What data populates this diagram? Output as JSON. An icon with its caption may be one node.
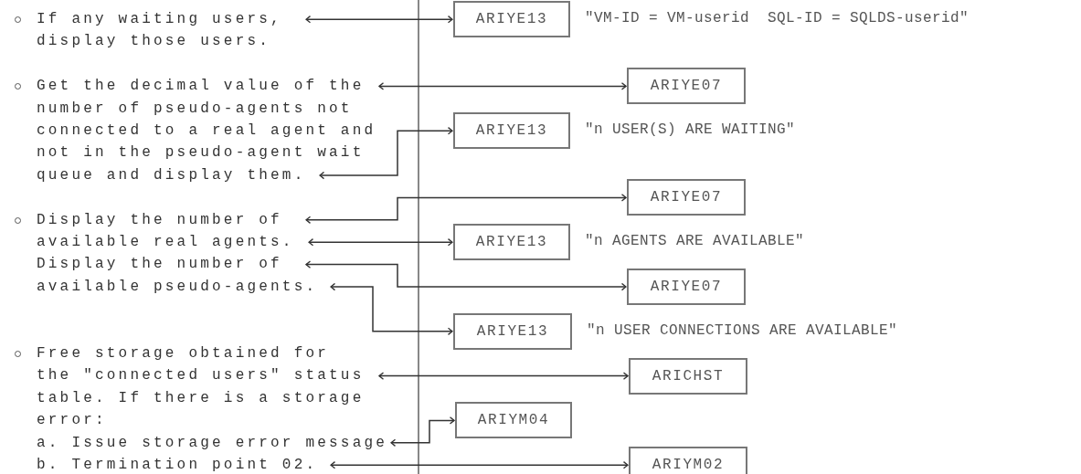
{
  "diagram": {
    "nodes": [
      {
        "text": [
          "If any waiting users, display those users."
        ]
      },
      {
        "text": [
          "Get the decimal value of the number of pseudo-agents not connected to a real agent and not in the pseudo-agent wait queue and display them."
        ]
      },
      {
        "text": [
          "Display the number of available real agents."
        ]
      },
      {
        "text": [
          "Display the number of available pseudo-agents."
        ]
      },
      {
        "text": [
          "Free storage obtained for the \"connected users\" status table.  If there is a storage error:"
        ]
      },
      {
        "text": [
          "a. Issue storage error message"
        ]
      },
      {
        "text": [
          "b. Termination point 02."
        ]
      },
      {
        "text": [
          "ARIYE13"
        ],
        "beside": [
          "\"VM-ID = VM-userid  SQL-ID = SQLDS-userid\""
        ]
      },
      {
        "text": [
          "ARIYE07"
        ]
      },
      {
        "text": [
          "ARIYE13"
        ],
        "beside": [
          "\"n USER(S) ARE WAITING\""
        ]
      },
      {
        "text": [
          "ARIYE07"
        ]
      },
      {
        "text": [
          "ARIYE13"
        ],
        "beside": [
          "\"n AGENTS ARE AVAILABLE\""
        ]
      },
      {
        "text": [
          "ARIYE07"
        ]
      },
      {
        "text": [
          "ARIYE13"
        ],
        "beside": [
          "\"n USER CONNECTIONS ARE AVAILABLE\""
        ]
      },
      {
        "text": [
          "ARICHST"
        ]
      },
      {
        "text": [
          "ARIYM04"
        ]
      },
      {
        "text": [
          "ARIYM02"
        ]
      }
    ],
    "edges": [
      {
        "from": 0,
        "to": 7,
        "arrow": "both"
      },
      {
        "from": 1,
        "to": 8,
        "arrow": "both"
      },
      {
        "from": 1,
        "to": 9,
        "arrow": "both"
      },
      {
        "from": 2,
        "to": 10,
        "arrow": "both"
      },
      {
        "from": 2,
        "to": 11,
        "arrow": "both"
      },
      {
        "from": 3,
        "to": 12,
        "arrow": "both"
      },
      {
        "from": 3,
        "to": 13,
        "arrow": "both"
      },
      {
        "from": 4,
        "to": 14,
        "arrow": "both"
      },
      {
        "from": 5,
        "to": 15,
        "arrow": "both"
      },
      {
        "from": 6,
        "to": 16,
        "arrow": "both"
      }
    ]
  }
}
